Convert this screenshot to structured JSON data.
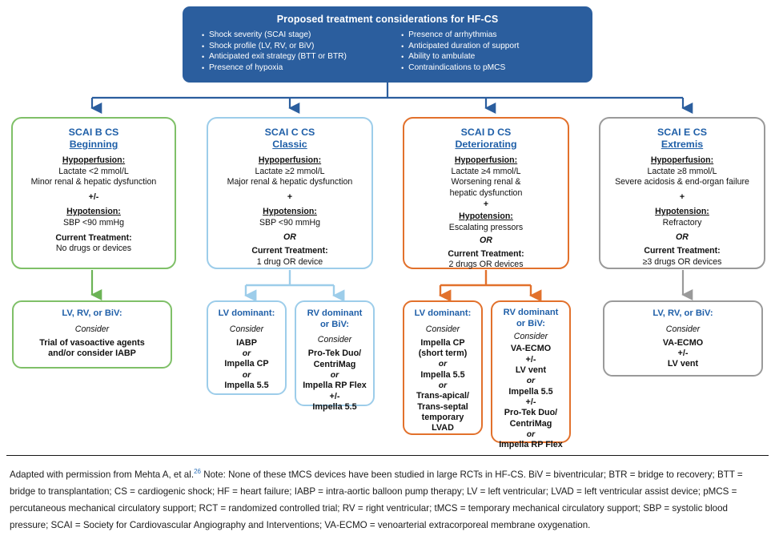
{
  "header": {
    "title": "Proposed treatment considerations for HF-CS",
    "left_bullets": [
      "Shock severity (SCAI stage)",
      "Shock profile (LV, RV, or BiV)",
      "Anticipated exit strategy (BTT  or BTR)",
      "Presence of hypoxia"
    ],
    "right_bullets": [
      "Presence of arrhythmias",
      "Anticipated duration of support",
      "Ability to ambulate",
      "Contraindications to pMCS"
    ]
  },
  "colors": {
    "header_blue": "#2b5e9e",
    "heading_blue": "#1f5fa8",
    "stage_b_green": "#7fc068",
    "stage_c_lightblue": "#9dcdea",
    "stage_d_orange": "#e2712c",
    "stage_e_gray": "#9a9a9a"
  },
  "stages": [
    {
      "id": "b",
      "title": "SCAI B CS",
      "subtitle": "Beginning",
      "hypoperfusion_label": "Hypoperfusion:",
      "hypoperfusion_lines": [
        "Lactate <2 mmol/L",
        "Minor renal & hepatic dysfunction"
      ],
      "operator1": "+/-",
      "hypotension_label": "Hypotension:",
      "hypotension_lines": [
        "SBP <90 mmHg"
      ],
      "operator2": "",
      "treatment_label": "Current Treatment:",
      "treatment_lines": [
        "No drugs or devices"
      ]
    },
    {
      "id": "c",
      "title": "SCAI C CS",
      "subtitle": "Classic",
      "hypoperfusion_label": "Hypoperfusion:",
      "hypoperfusion_lines": [
        "Lactate ≥2 mmol/L",
        "Major renal & hepatic dysfunction"
      ],
      "operator1": "+",
      "hypotension_label": "Hypotension:",
      "hypotension_lines": [
        "SBP <90 mmHg"
      ],
      "operator2": "OR",
      "treatment_label": "Current Treatment:",
      "treatment_lines": [
        "1 drug OR device"
      ]
    },
    {
      "id": "d",
      "title": "SCAI D CS",
      "subtitle": "Deteriorating",
      "hypoperfusion_label": "Hypoperfusion:",
      "hypoperfusion_lines": [
        "Lactate ≥4 mmol/L",
        "Worsening renal &",
        "hepatic dysfunction"
      ],
      "operator1": "+",
      "hypotension_label": "Hypotension:",
      "hypotension_lines": [
        "Escalating pressors"
      ],
      "operator2": "OR",
      "treatment_label": "Current Treatment:",
      "treatment_lines": [
        "2 drugs OR devices"
      ]
    },
    {
      "id": "e",
      "title": "SCAI E CS",
      "subtitle": "Extremis",
      "hypoperfusion_label": "Hypoperfusion:",
      "hypoperfusion_lines": [
        "Lactate ≥8 mmol/L",
        "Severe acidosis & end-organ failure"
      ],
      "operator1": "+",
      "hypotension_label": "Hypotension:",
      "hypotension_lines": [
        "Refractory"
      ],
      "operator2": "OR",
      "treatment_label": "Current Treatment:",
      "treatment_lines": [
        "≥3 drugs OR devices"
      ]
    }
  ],
  "treatments": [
    {
      "id": "b-all",
      "title": "LV, RV, or BiV:",
      "consider": "Consider",
      "lines": [
        "Trial of vasoactive agents",
        "and/or consider IABP"
      ]
    },
    {
      "id": "c-lv",
      "title": "LV dominant:",
      "consider": "Consider",
      "lines": [
        "IABP",
        "or",
        "Impella CP",
        "or",
        "Impella 5.5"
      ],
      "italic_lines": [
        1,
        3
      ]
    },
    {
      "id": "c-rv",
      "title": "RV dominant",
      "title2": "or BiV:",
      "consider": "Consider",
      "lines": [
        "Pro-Tek Duo/",
        "CentriMag",
        "or",
        "Impella RP Flex",
        "+/-",
        "Impella 5.5"
      ],
      "italic_lines": [
        2
      ]
    },
    {
      "id": "d-lv",
      "title": "LV dominant:",
      "consider": "Consider",
      "lines": [
        "Impella CP",
        "(short term)",
        "or",
        "Impella 5.5",
        "or",
        "Trans-apical/",
        "Trans-septal",
        "temporary",
        "LVAD"
      ],
      "italic_lines": [
        2,
        4
      ]
    },
    {
      "id": "d-rv",
      "title": "RV dominant",
      "title2": "or BiV:",
      "consider": "Consider",
      "lines": [
        "VA-ECMO",
        "+/-",
        "LV vent",
        "or",
        "Impella 5.5",
        "+/-",
        "Pro-Tek Duo/",
        "CentriMag",
        "or",
        "Impella RP Flex"
      ],
      "italic_lines": [
        3,
        8
      ]
    },
    {
      "id": "e-all",
      "title": "LV, RV, or BiV:",
      "consider": "Consider",
      "lines": [
        "VA-ECMO",
        "+/-",
        "LV vent"
      ]
    }
  ],
  "footnote": {
    "prefix": "Adapted with permission from Mehta A, et al.",
    "ref": "26",
    "body": " Note: None of these tMCS devices have been studied in large RCTs in HF-CS. BiV = biventricular; BTR = bridge to recovery; BTT = bridge to transplantation; CS = cardiogenic shock; HF = heart failure; IABP = intra-aortic balloon pump therapy; LV = left ventricular; LVAD = left ventricular assist device; pMCS = percutaneous mechanical circulatory support; RCT = randomized controlled trial; RV = right ventricular; tMCS = temporary mechanical circulatory support; SBP = systolic blood pressure; SCAI = Society for Cardiovascular Angiography and Interventions; VA-ECMO = venoarterial extracorporeal membrane oxygenation."
  }
}
